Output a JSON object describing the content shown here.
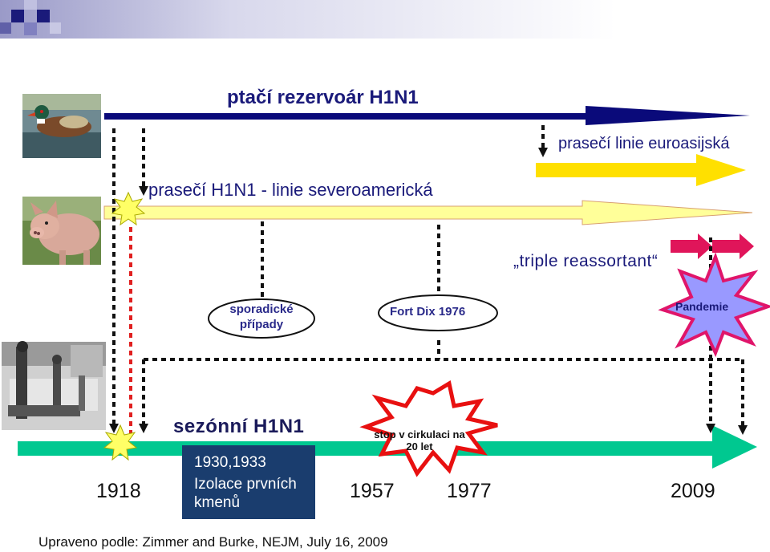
{
  "title": "ptačí rezervoár H1N1",
  "lineages": {
    "eurasian": "prasečí linie euroasijská",
    "north_american": "prasečí H1N1 - linie severoamerická",
    "triple_reassortant": "„triple reassortant“"
  },
  "events": {
    "sporadic": "sporadické případy",
    "fort_dix": "Fort Dix 1976",
    "pandemic": "Pandemie",
    "seasonal": "sezónní H1N1",
    "stop_circulation": "stop v cirkulaci na 20 let"
  },
  "info_box": {
    "years": "1930,1933",
    "text": "Izolace prvních kmenů"
  },
  "timeline_years": [
    "1918",
    "1957",
    "1977",
    "2009"
  ],
  "credit": "Upraveno podle: Zimmer and Burke, NEJM, July 16, 2009",
  "pictures": [
    "duck-photo",
    "pig-photo",
    "hospital-photo"
  ],
  "colors": {
    "avian_arrow": "#0a0a7a",
    "eurasian_arrow": "#ffe000",
    "north_american_arrow": "#ffff99",
    "triple_arrows": "#e0155a",
    "human_arrow": "#00c890",
    "star_yellow": "#ffff66",
    "pandemic_star": "#9999ff",
    "info_box": "#1a3d6e"
  }
}
